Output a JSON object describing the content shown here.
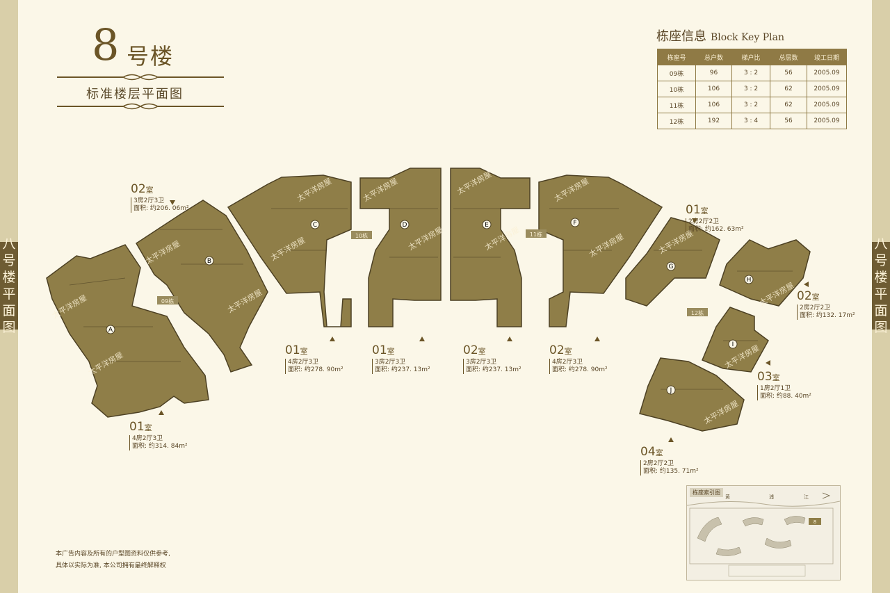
{
  "side_tab": "八号楼平面图",
  "header": {
    "number": "8",
    "suffix": "号楼",
    "subtitle": "标准楼层平面图"
  },
  "key_plan": {
    "title_cn": "栋座信息",
    "title_en": "Block Key Plan",
    "columns": [
      "栋座号",
      "总户数",
      "梯户比",
      "总层数",
      "竣工日期"
    ],
    "rows": [
      [
        "09栋",
        "96",
        "3 : 2",
        "56",
        "2005.09"
      ],
      [
        "10栋",
        "106",
        "3 : 2",
        "62",
        "2005.09"
      ],
      [
        "11栋",
        "106",
        "3 : 2",
        "62",
        "2005.09"
      ],
      [
        "12栋",
        "192",
        "3 : 4",
        "56",
        "2005.09"
      ]
    ]
  },
  "buildings": {
    "b09": "09栋",
    "b10": "10栋",
    "b11": "11栋",
    "b12": "12栋"
  },
  "unit_letters": [
    "A",
    "B",
    "C",
    "D",
    "E",
    "F",
    "G",
    "H",
    "I",
    "J"
  ],
  "units": {
    "a": {
      "no": "01",
      "room": "室",
      "layout": "4房2厅3卫",
      "area": "面积: 约314. 84m²"
    },
    "b": {
      "no": "02",
      "room": "室",
      "layout": "3房2厅3卫",
      "area": "面积: 约206. 06m²"
    },
    "c": {
      "no": "01",
      "room": "室",
      "layout": "4房2厅3卫",
      "area": "面积: 约278. 90m²"
    },
    "d": {
      "no": "01",
      "room": "室",
      "layout": "3房2厅3卫",
      "area": "面积: 约237. 13m²"
    },
    "e": {
      "no": "02",
      "room": "室",
      "layout": "3房2厅3卫",
      "area": "面积: 约237. 13m²"
    },
    "f": {
      "no": "02",
      "room": "室",
      "layout": "4房2厅3卫",
      "area": "面积: 约278. 90m²"
    },
    "g": {
      "no": "01",
      "room": "室",
      "layout": "2房2厅2卫",
      "area": "面积: 约162. 63m²"
    },
    "h": {
      "no": "02",
      "room": "室",
      "layout": "2房2厅2卫",
      "area": "面积: 约132. 17m²"
    },
    "i": {
      "no": "03",
      "room": "室",
      "layout": "1房2厅1卫",
      "area": "面积: 约88. 40m²"
    },
    "j": {
      "no": "04",
      "room": "室",
      "layout": "2房2厅2卫",
      "area": "面积: 约135. 71m²"
    }
  },
  "watermark": "太平洋房屋",
  "disclaimer": [
    "本广告内容及所有的户型图资料仅供参考,",
    "具体以实际为准, 本公司拥有最终解释权"
  ],
  "index_map": {
    "title": "栋座索引图",
    "river": [
      "黄",
      "浦",
      "江"
    ],
    "marker": "8"
  },
  "colors": {
    "plan_fill": "#8f7e48",
    "accent": "#6b5527",
    "background": "#fbf7e8"
  }
}
